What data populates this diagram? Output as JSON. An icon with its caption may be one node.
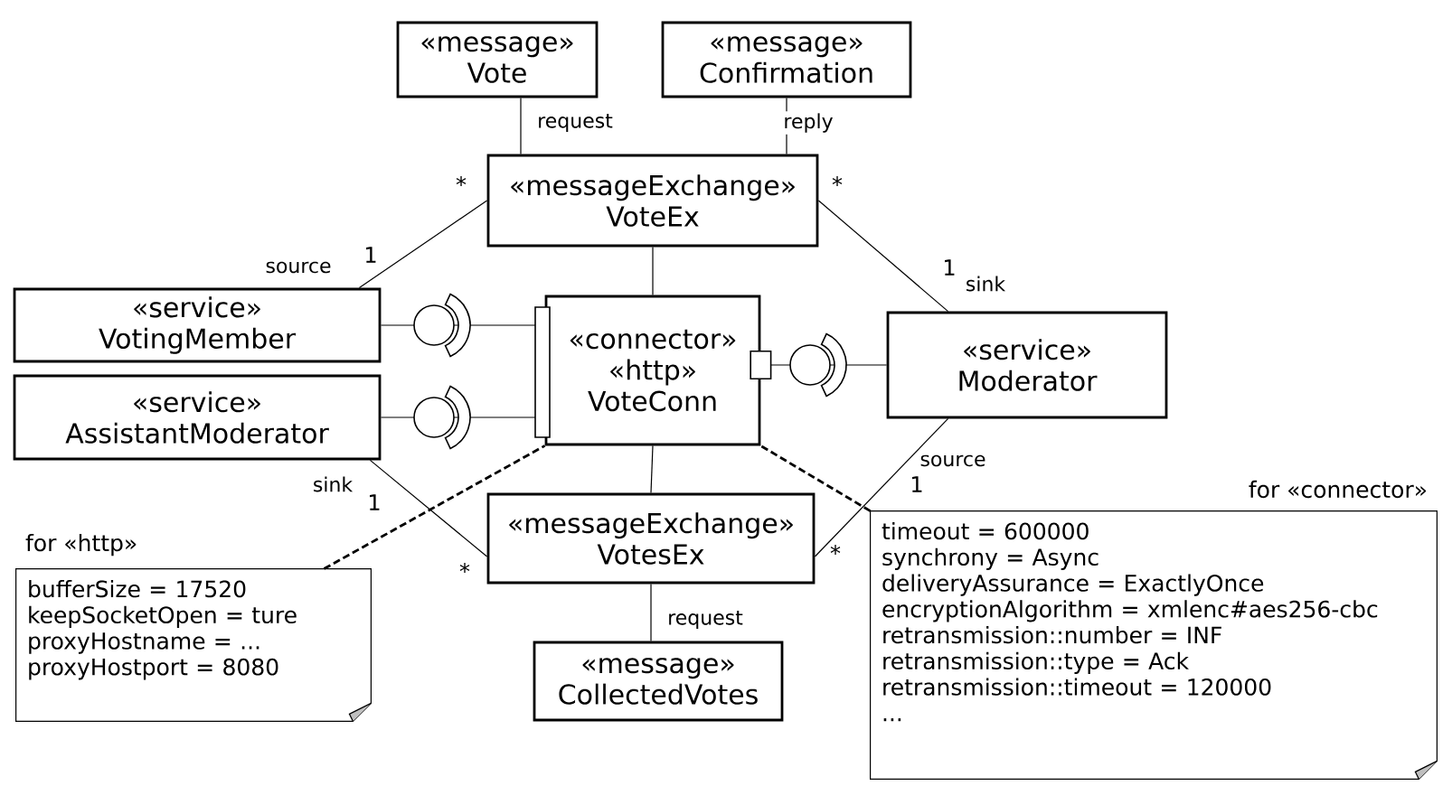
{
  "diagram": {
    "nodes": [
      {
        "text": [
          "«message»",
          "Vote"
        ]
      },
      {
        "text": [
          "«message»",
          "Confirmation"
        ]
      },
      {
        "text": [
          "«messageExchange»",
          "VoteEx"
        ]
      },
      {
        "text": [
          "«service»",
          "VotingMember"
        ]
      },
      {
        "text": [
          "«service»",
          "AssistantModerator"
        ]
      },
      {
        "text": [
          "«connector»",
          "«http»",
          "VoteConn"
        ]
      },
      {
        "text": [
          "«service»",
          "Moderator"
        ]
      },
      {
        "text": [
          "«messageExchange»",
          "VotesEx"
        ]
      },
      {
        "text": [
          "«message»",
          "CollectedVotes"
        ]
      },
      {
        "text": [
          "for «http»",
          "bufferSize = 17520",
          "keepSocketOpen = ture",
          "proxyHostname = ...",
          "proxyHostport = 8080"
        ]
      },
      {
        "text": [
          "for «connector»",
          "timeout = 600000",
          "synchrony = Async",
          "deliveryAssurance = ExactlyOnce",
          "encryptionAlgorithm = xmlenc#aes256-cbc",
          "retransmission::number = INF",
          "retransmission::type = Ack",
          "retransmission::timeout = 120000",
          "..."
        ]
      }
    ],
    "edges": [
      {
        "from": 0,
        "to": 2,
        "arrow": "none",
        "label": "request"
      },
      {
        "from": 1,
        "to": 2,
        "arrow": "none",
        "label": "reply"
      },
      {
        "from": 2,
        "to": 3,
        "arrow": "none",
        "label": "source"
      },
      {
        "from": 2,
        "to": 6,
        "arrow": "none",
        "label": "sink"
      },
      {
        "from": 2,
        "to": 5,
        "arrow": "none"
      },
      {
        "from": 3,
        "to": 5,
        "arrow": "none"
      },
      {
        "from": 4,
        "to": 5,
        "arrow": "none"
      },
      {
        "from": 5,
        "to": 6,
        "arrow": "other"
      },
      {
        "from": 5,
        "to": 7,
        "arrow": "none"
      },
      {
        "from": 4,
        "to": 7,
        "arrow": "none",
        "label": "sink"
      },
      {
        "from": 6,
        "to": 7,
        "arrow": "none",
        "label": "source"
      },
      {
        "from": 7,
        "to": 8,
        "arrow": "none",
        "label": "request"
      },
      {
        "from": 9,
        "to": 5,
        "arrow": "none",
        "style": "dashed"
      },
      {
        "from": 10,
        "to": 5,
        "arrow": "none",
        "style": "dashed"
      }
    ],
    "labels": [
      "*",
      "*",
      "1",
      "1",
      "1",
      "1",
      "*",
      "*"
    ]
  }
}
